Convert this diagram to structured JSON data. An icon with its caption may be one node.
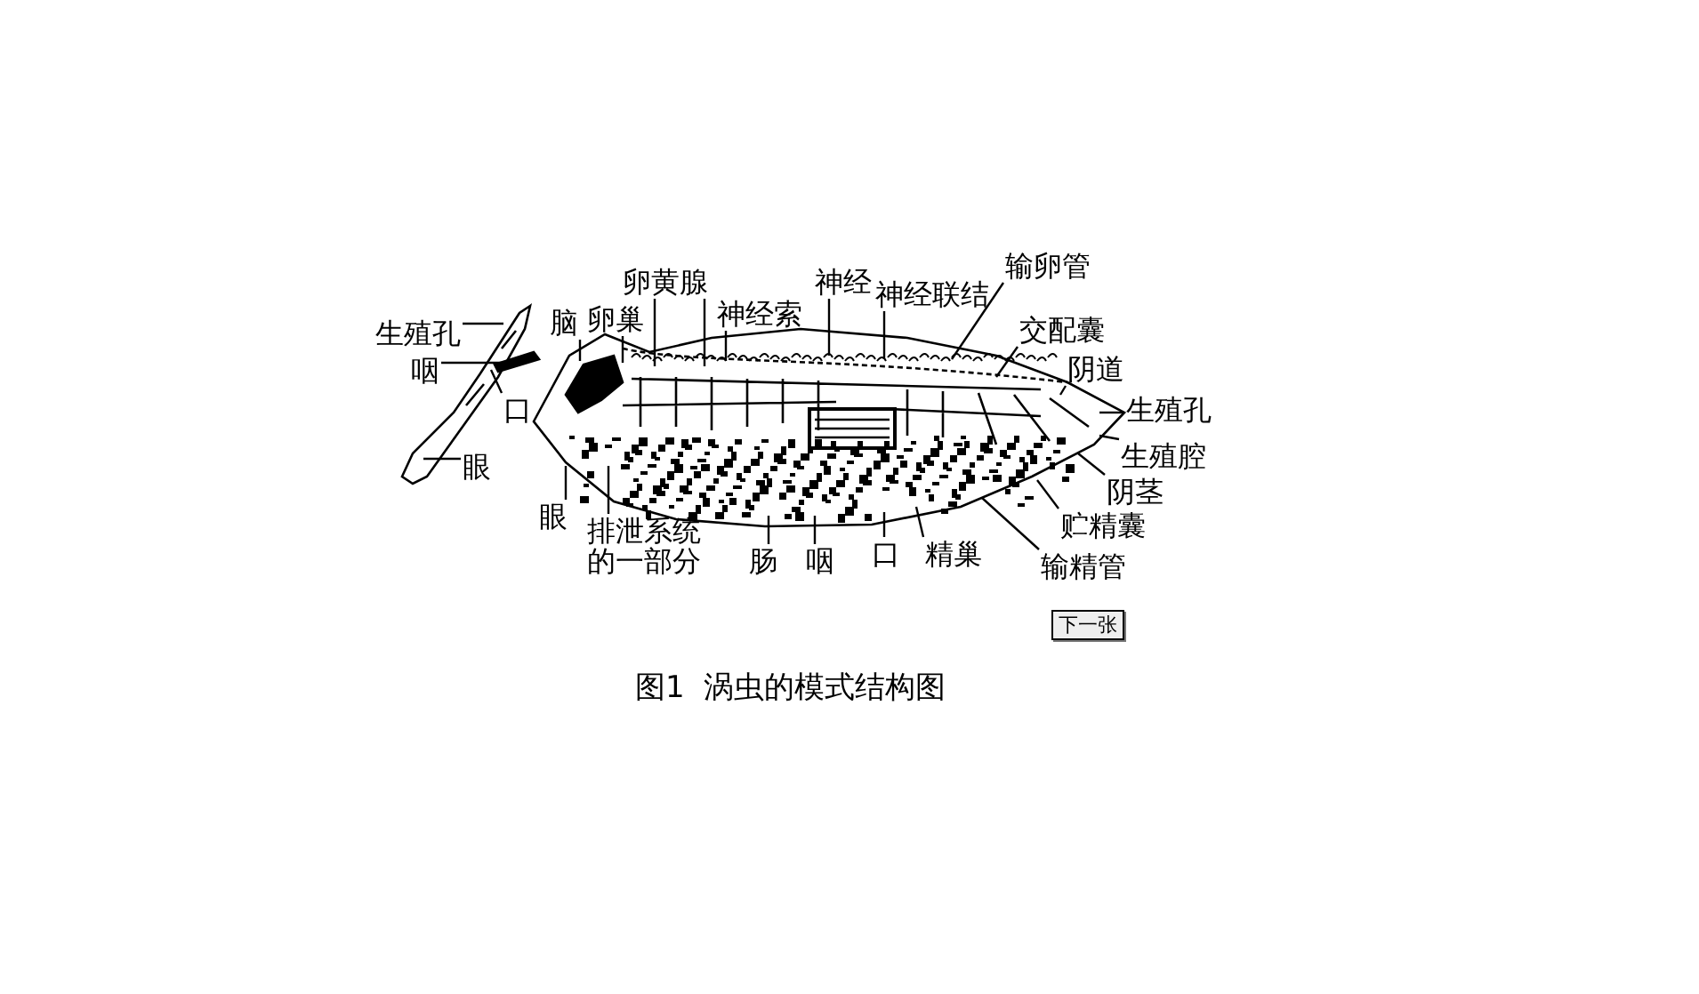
{
  "diagram": {
    "caption": "图1  涡虫的模式结构图",
    "nodes": [
      {
        "text": [
          "生殖孔"
        ]
      },
      {
        "text": [
          "咽"
        ]
      },
      {
        "text": [
          "口"
        ]
      },
      {
        "text": [
          "眼"
        ]
      },
      {
        "text": [
          "脑"
        ]
      },
      {
        "text": [
          "卵巢"
        ]
      },
      {
        "text": [
          "卵黄腺"
        ]
      },
      {
        "text": [
          "神经索"
        ]
      },
      {
        "text": [
          "神经"
        ]
      },
      {
        "text": [
          "神经联结"
        ]
      },
      {
        "text": [
          "输卵管"
        ]
      },
      {
        "text": [
          "交配囊"
        ]
      },
      {
        "text": [
          "阴道"
        ]
      },
      {
        "text": [
          "生殖孔"
        ]
      },
      {
        "text": [
          "生殖腔"
        ]
      },
      {
        "text": [
          "阴茎"
        ]
      },
      {
        "text": [
          "贮精囊"
        ]
      },
      {
        "text": [
          "输精管"
        ]
      },
      {
        "text": [
          "精巢"
        ]
      },
      {
        "text": [
          "口"
        ]
      },
      {
        "text": [
          "咽"
        ]
      },
      {
        "text": [
          "肠"
        ]
      },
      {
        "text": [
          "排泄系统的一部分"
        ]
      },
      {
        "text": [
          "眼"
        ]
      },
      {
        "text": [],
        "shape": "picture"
      },
      {
        "text": [],
        "shape": "picture"
      }
    ],
    "edges": [
      {
        "from": 0,
        "to": 24,
        "arrow": "none"
      },
      {
        "from": 1,
        "to": 24,
        "arrow": "none"
      },
      {
        "from": 2,
        "to": 24,
        "arrow": "none"
      },
      {
        "from": 3,
        "to": 24,
        "arrow": "none"
      },
      {
        "from": 4,
        "to": 25,
        "arrow": "none"
      },
      {
        "from": 5,
        "to": 25,
        "arrow": "none"
      },
      {
        "from": 6,
        "to": 25,
        "arrow": "none"
      },
      {
        "from": 6,
        "to": 25,
        "arrow": "none"
      },
      {
        "from": 7,
        "to": 25,
        "arrow": "none"
      },
      {
        "from": 8,
        "to": 25,
        "arrow": "none"
      },
      {
        "from": 9,
        "to": 25,
        "arrow": "none"
      },
      {
        "from": 10,
        "to": 25,
        "arrow": "none"
      },
      {
        "from": 11,
        "to": 25,
        "arrow": "none"
      },
      {
        "from": 12,
        "to": 25,
        "arrow": "none"
      },
      {
        "from": 13,
        "to": 25,
        "arrow": "none"
      },
      {
        "from": 14,
        "to": 25,
        "arrow": "none"
      },
      {
        "from": 15,
        "to": 25,
        "arrow": "none"
      },
      {
        "from": 16,
        "to": 25,
        "arrow": "none"
      },
      {
        "from": 17,
        "to": 25,
        "arrow": "none"
      },
      {
        "from": 18,
        "to": 25,
        "arrow": "none"
      },
      {
        "from": 19,
        "to": 25,
        "arrow": "none"
      },
      {
        "from": 20,
        "to": 25,
        "arrow": "none"
      },
      {
        "from": 21,
        "to": 25,
        "arrow": "none"
      },
      {
        "from": 22,
        "to": 25,
        "arrow": "none"
      },
      {
        "from": 23,
        "to": 25,
        "arrow": "none"
      }
    ],
    "labels": [
      "下一张"
    ]
  }
}
